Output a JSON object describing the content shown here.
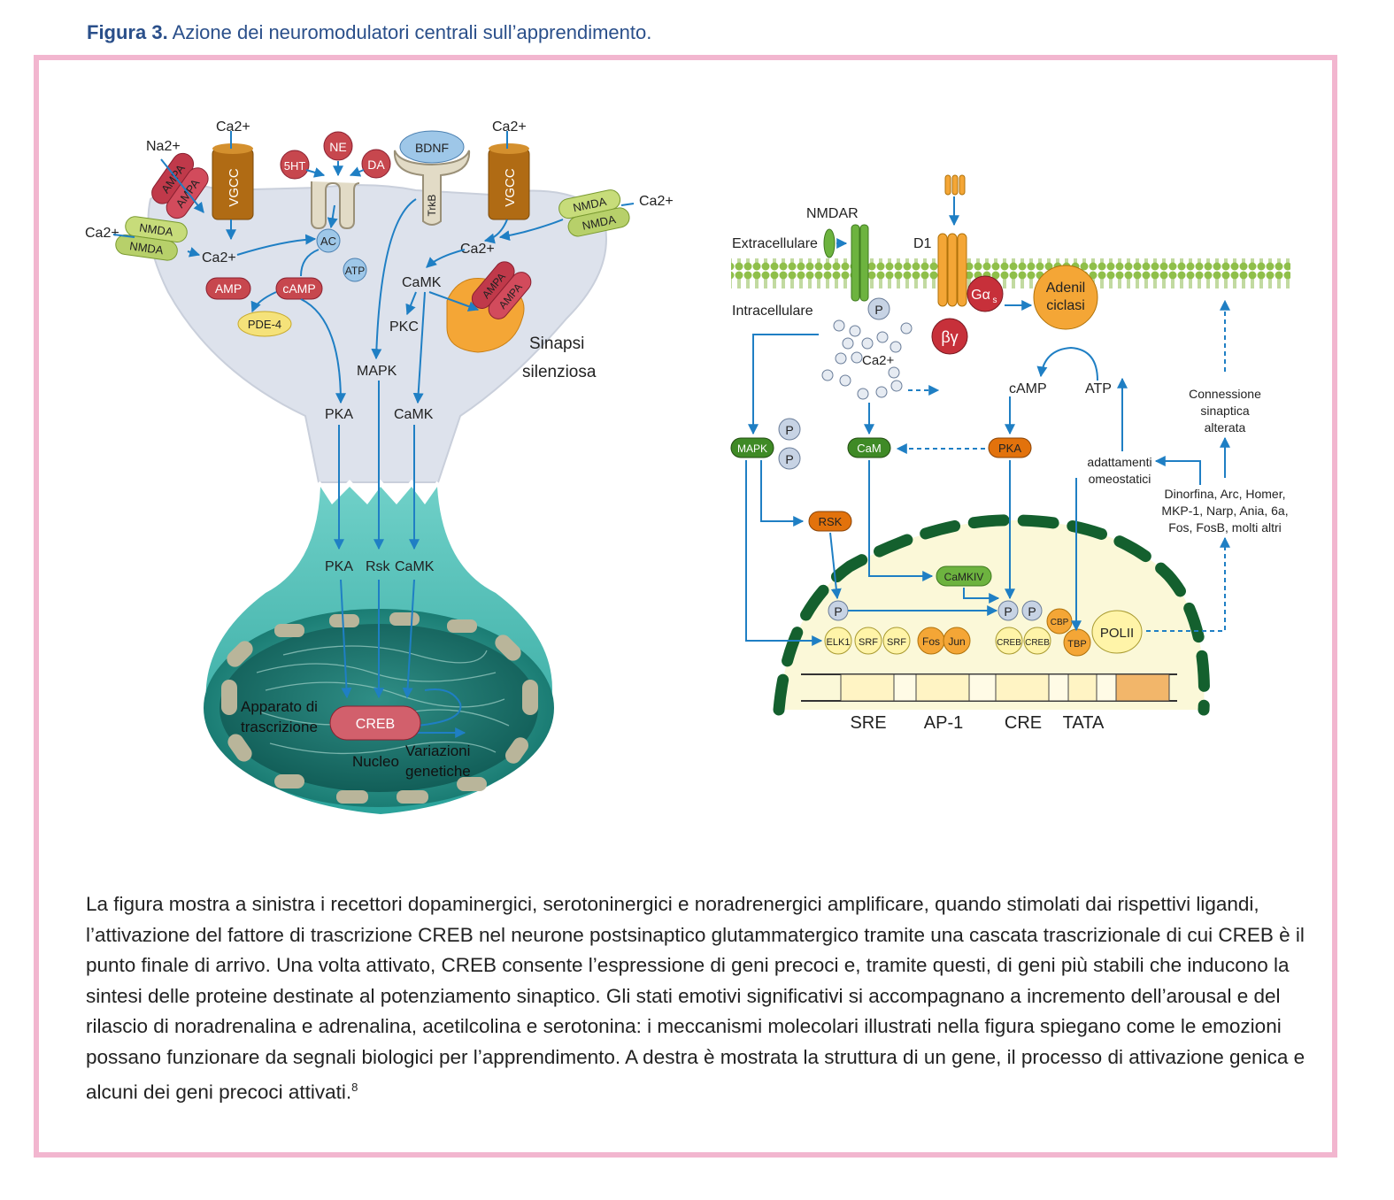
{
  "header": {
    "figure_label": "Figura 3.",
    "figure_title": "Azione dei neuromodulatori centrali sull’apprendimento."
  },
  "left": {
    "ca_top_left": "Ca2+",
    "ca_top_right": "Ca2+",
    "na": "Na2+",
    "ca_left": "Ca2+",
    "ca_right_nmda": "Ca2+",
    "ampa": "AMPA",
    "vgcc": "VGCC",
    "nmda": "NMDA",
    "ne": "NE",
    "sht": "5HT",
    "da": "DA",
    "bdnf": "BDNF",
    "trkb": "TrkB",
    "ac": "AC",
    "atp": "ATP",
    "ca_inner": "Ca2+",
    "ca_inner_right": "Ca2+",
    "amp": "AMP",
    "camp": "cAMP",
    "pde4": "PDE-4",
    "camk": "CaMK",
    "pkc": "PKC",
    "mapk": "MAPK",
    "sinapsi_1": "Sinapsi",
    "sinapsi_2": "silenziosa",
    "pka": "PKA",
    "camk2": "CaMK",
    "pka2": "PKA",
    "rsk": "Rsk",
    "camk3": "CaMK",
    "apparato_1": "Apparato di",
    "apparato_2": "trascrizione",
    "creb": "CREB",
    "nucleo": "Nucleo",
    "variazioni_1": "Variazioni",
    "variazioni_2": "genetiche"
  },
  "right": {
    "nmdar": "NMDAR",
    "extracellulare": "Extracellulare",
    "intracellulare": "Intracellulare",
    "d1": "D1",
    "gas": "Gα",
    "gas_sub": "s",
    "adenil_1": "Adenil",
    "adenil_2": "ciclasi",
    "by": "βγ",
    "p": "P",
    "ca": "Ca2+",
    "camp": "cAMP",
    "atp": "ATP",
    "mapk": "MAPK",
    "cam": "CaM",
    "pka": "PKA",
    "rsk": "RSK",
    "camkiv": "CaMKIV",
    "connessione_1": "Connessione",
    "connessione_2": "sinaptica",
    "connessione_3": "alterata",
    "adattamenti_1": "adattamenti",
    "adattamenti_2": "omeostatici",
    "geni_1": "Dinorfina, Arc, Homer,",
    "geni_2": "MKP-1, Narp, Ania, 6a,",
    "geni_3": "Fos, FosB, molti altri",
    "elk1": "ELK1",
    "srf": "SRF",
    "fos": "Fos",
    "jun": "Jun",
    "creb": "CREB",
    "cbp": "CBP",
    "tbp": "TBP",
    "polii": "POLII",
    "sre": "SRE",
    "ap1": "AP-1",
    "cre": "CRE",
    "tata": "TATA"
  },
  "caption": "La figura mostra a sinistra i recettori dopaminergici, serotoninergici e noradrenergici amplificare, quando stimolati dai rispettivi ligandi, l’attivazione del fattore di trascrizione CREB nel neurone postsinaptico glutammatergico tramite una cascata trascrizionale di cui CREB è il punto finale di arrivo. Una volta attivato, CREB consente l’espressione di geni precoci e, tramite questi, di geni più stabili che inducono la sintesi delle proteine destinate al potenziamento sinaptico. Gli stati emotivi significativi si accompagnano a incremento dell’arousal e del rilascio di noradrenalina e adrenalina, acetilcolina e serotonina: i meccanismi molecolari illustrati nella figura spiegano come le emozioni possano funzionare da segnali biologici per l’apprendimento. A destra è mostrata la struttura di un gene, il processo di attivazione genica e alcuni dei geni precoci attivati.",
  "caption_ref": "8"
}
